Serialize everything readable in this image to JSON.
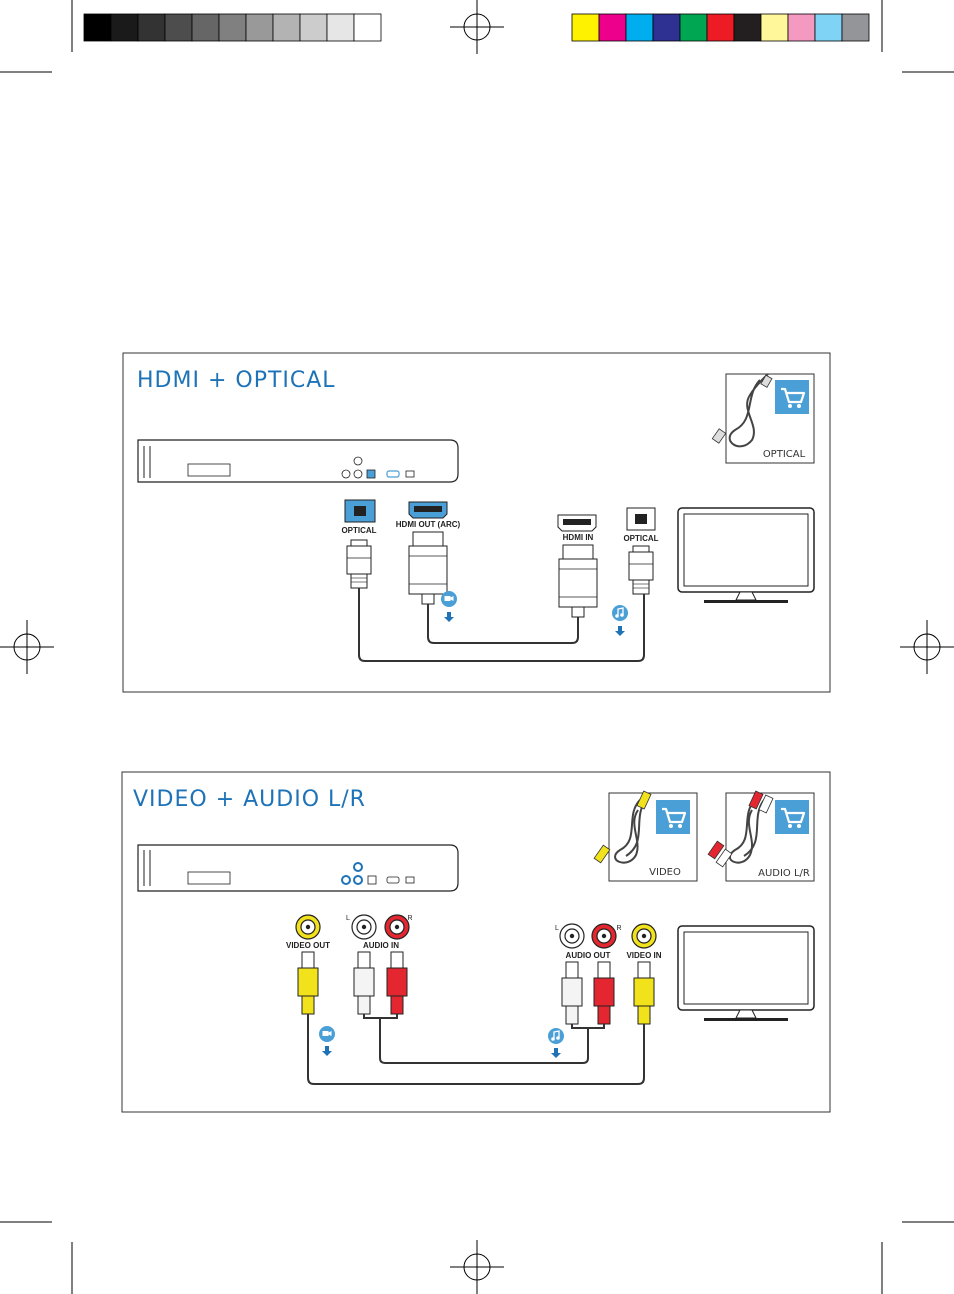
{
  "sections": [
    {
      "title": "HDMI + OPTICAL",
      "kits": [
        {
          "label": "OPTICAL"
        }
      ],
      "ports": {
        "player_optical": "OPTICAL",
        "player_hdmi": "HDMI OUT (ARC)",
        "tv_hdmi": "HDMI IN",
        "tv_optical": "OPTICAL"
      }
    },
    {
      "title": "VIDEO + AUDIO L/R",
      "kits": [
        {
          "label": "VIDEO"
        },
        {
          "label": "AUDIO L/R"
        }
      ],
      "ports": {
        "player_video": "VIDEO OUT",
        "player_audio": "AUDIO IN",
        "tv_audio": "AUDIO OUT",
        "tv_video": "VIDEO IN",
        "left": "L",
        "right": "R"
      }
    }
  ],
  "colors": {
    "accent": "#1e73b8",
    "icon_blue": "#4a9fd6",
    "rca_yellow": "#f2e21b",
    "rca_red": "#e3262f",
    "rca_white": "#f4f4f4",
    "swatches_gray": [
      "#000000",
      "#1a1a1a",
      "#333333",
      "#4d4d4d",
      "#666666",
      "#808080",
      "#999999",
      "#b3b3b3",
      "#cccccc",
      "#e6e6e6",
      "#ffffff"
    ],
    "swatches_color": [
      "#fff200",
      "#ec008c",
      "#00aeef",
      "#2e3192",
      "#00a651",
      "#ed1c24",
      "#231f20",
      "#fff799",
      "#f49ac1",
      "#7fd4f5",
      "#939598"
    ]
  },
  "icons": [
    "cart-icon",
    "video-icon",
    "music-note-icon",
    "arrow-down-icon",
    "registration-mark-icon"
  ]
}
